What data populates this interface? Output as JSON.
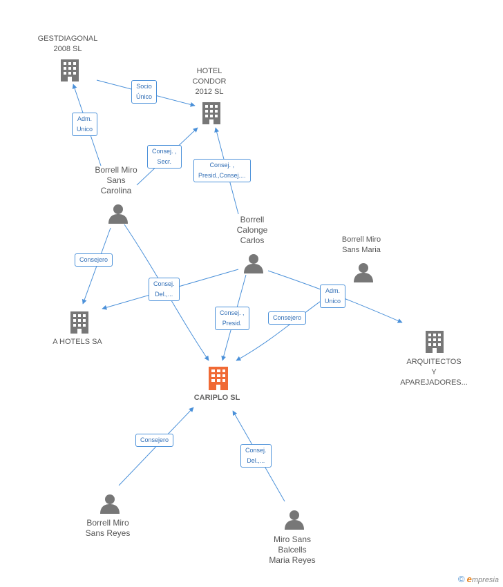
{
  "nodes": {
    "gestdiagonal": {
      "line1": "GESTDIAGONAL",
      "line2": "2008 SL"
    },
    "hotel_condor": {
      "line1": "HOTEL",
      "line2": "CONDOR",
      "line3": "2012 SL"
    },
    "borrell_carolina": {
      "line1": "Borrell Miro",
      "line2": "Sans",
      "line3": "Carolina"
    },
    "borrell_carlos": {
      "line1": "Borrell",
      "line2": "Calonge",
      "line3": "Carlos"
    },
    "borrell_maria": {
      "line1": "Borrell Miro",
      "line2": "Sans Maria"
    },
    "a_hotels": {
      "line1": "A HOTELS SA"
    },
    "cariplo": {
      "line1": "CARIPLO SL"
    },
    "arquitectos": {
      "line1": "ARQUITECTOS",
      "line2": "Y",
      "line3": "APAREJADORES..."
    },
    "borrell_reyes": {
      "line1": "Borrell Miro",
      "line2": "Sans Reyes"
    },
    "miro_balcells": {
      "line1": "Miro Sans",
      "line2": "Balcells",
      "line3": "Maria Reyes"
    }
  },
  "edges": {
    "socio_unico": {
      "line1": "Socio",
      "line2": "Único"
    },
    "adm_unico_gest": {
      "line1": "Adm.",
      "line2": "Unico"
    },
    "consej_secr": {
      "line1": "Consej. ,",
      "line2": "Secr."
    },
    "consej_presid_hotel": {
      "line1": "Consej. ,",
      "line2": "Presid.,Consej...."
    },
    "consejero_ahotels": {
      "line1": "Consejero"
    },
    "consej_del_1": {
      "line1": "Consej.",
      "line2": "Del.,..."
    },
    "consej_presid_cariplo": {
      "line1": "Consej. ,",
      "line2": "Presid."
    },
    "consejero_maria": {
      "line1": "Consejero"
    },
    "adm_unico_arq": {
      "line1": "Adm.",
      "line2": "Unico"
    },
    "consejero_reyes": {
      "line1": "Consejero"
    },
    "consej_del_2": {
      "line1": "Consej.",
      "line2": "Del.,..."
    }
  },
  "brand": {
    "copyright": "©",
    "e": "e",
    "name": "mpresia"
  },
  "colors": {
    "edge": "#4a90d9",
    "building": "#777777",
    "main_building": "#f06a35",
    "person": "#777777"
  }
}
